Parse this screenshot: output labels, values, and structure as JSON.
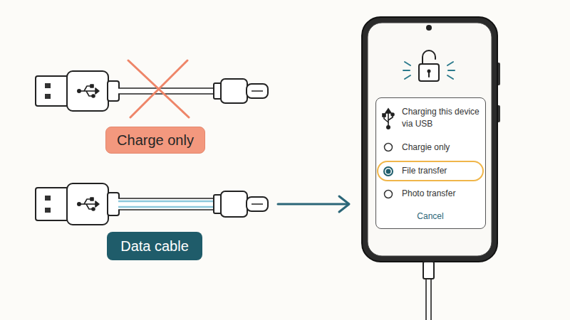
{
  "diagram": {
    "nodes": [
      {
        "text": [
          "Charge only"
        ]
      },
      {
        "text": [
          "Data cable"
        ]
      },
      {
        "text": [
          "Charging this device via USB",
          "Chargie only",
          "Photo transfer",
          "Cancel"
        ]
      },
      {
        "text": [
          "File transfer"
        ],
        "in": 2
      }
    ]
  }
}
